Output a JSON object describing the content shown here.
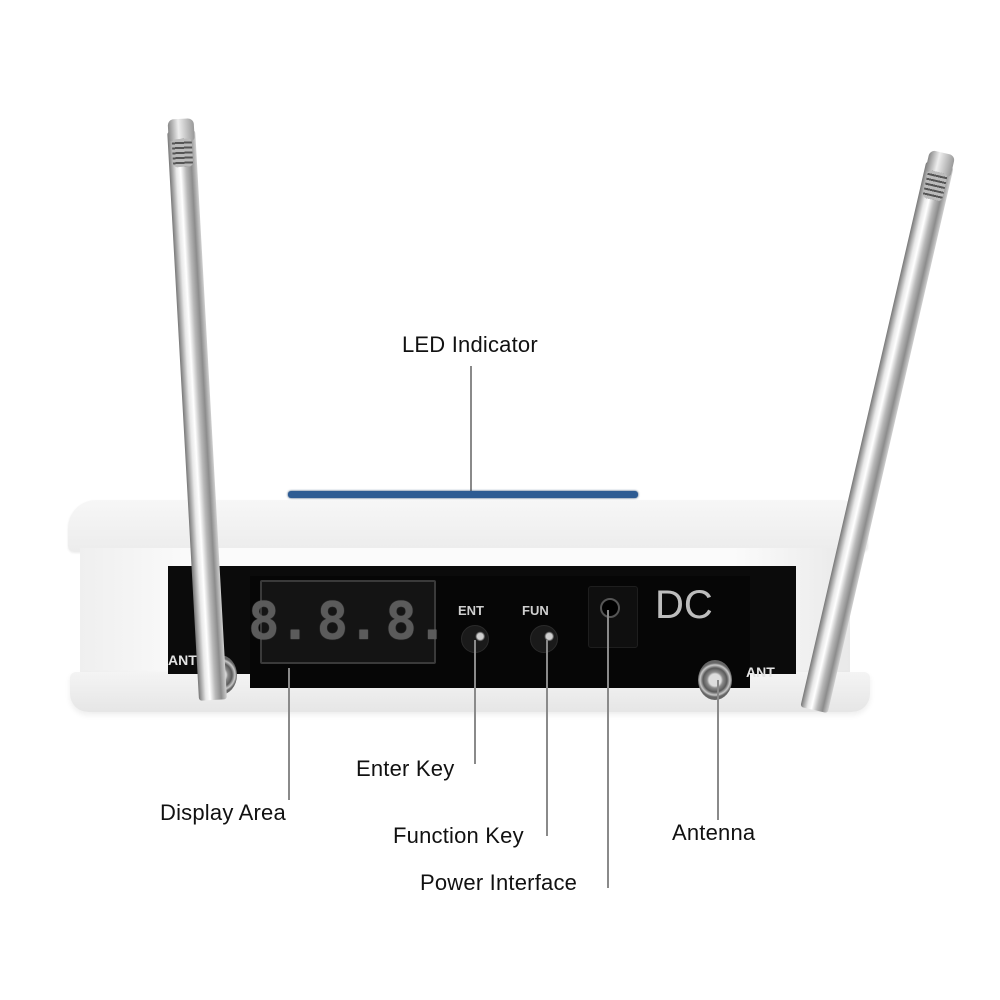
{
  "device": {
    "panel": {
      "left_port_label": "ANT",
      "right_port_label": "ANT",
      "display_digits": [
        "8.",
        "8.",
        "8."
      ],
      "enter_key_label": "ENT",
      "function_key_label": "FUN",
      "power_label": "DC"
    },
    "colors": {
      "led_strip": "#2d5b93",
      "panel": "#0b0b0b",
      "body": "#f5f5f5",
      "leader_line": "#8a8a8a"
    }
  },
  "callouts": {
    "led_indicator": "LED Indicator",
    "display_area": "Display Area",
    "enter_key": "Enter Key",
    "function_key": "Function Key",
    "power_interface": "Power Interface",
    "antenna": "Antenna"
  }
}
